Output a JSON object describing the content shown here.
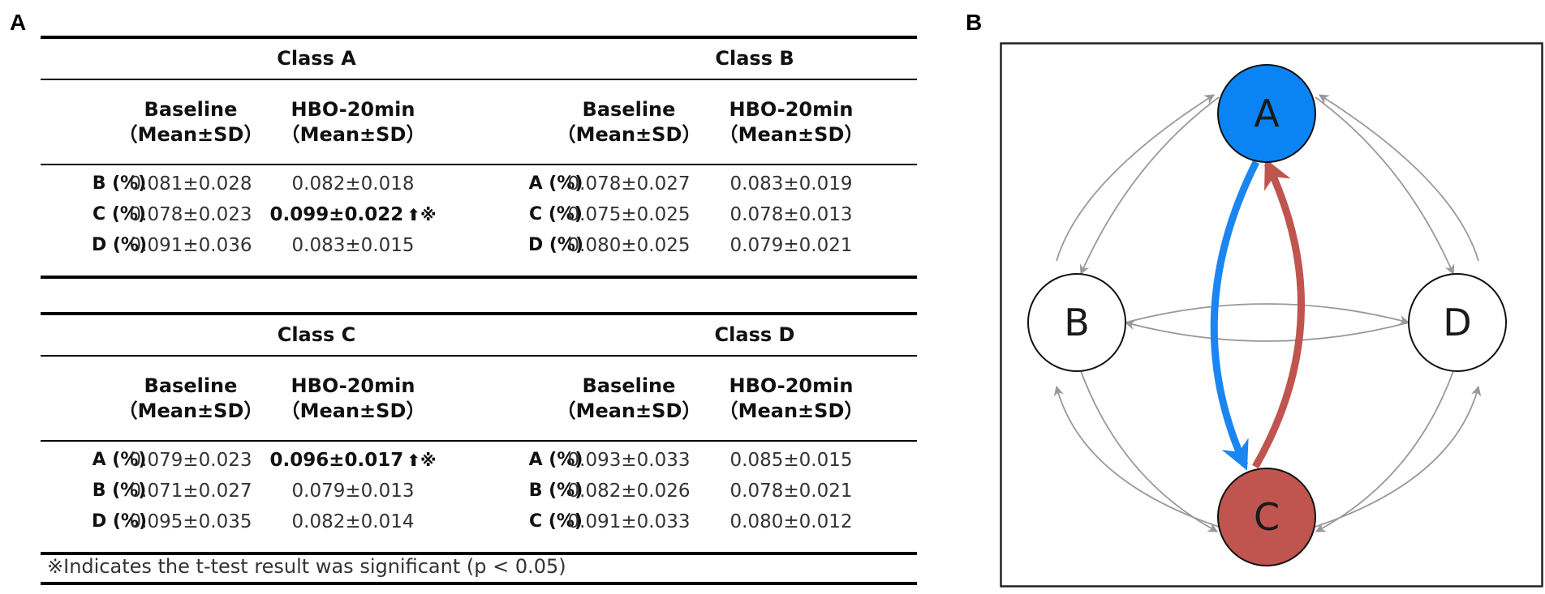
{
  "panels": {
    "left_label": "A",
    "right_label": "B"
  },
  "tables": [
    {
      "left": {
        "title": "Class A",
        "baseline_header": [
          "Baseline",
          "（Mean±SD）"
        ],
        "hbo_header": [
          "HBO-20min",
          "（Mean±SD）"
        ],
        "rows": [
          {
            "label": "B (%)",
            "baseline": "0.081±0.028",
            "hbo": "0.082±0.018",
            "significant": false
          },
          {
            "label": "C (%)",
            "baseline": "0.078±0.023",
            "hbo": "0.099±0.022",
            "significant": true
          },
          {
            "label": "D (%)",
            "baseline": "0.091±0.036",
            "hbo": "0.083±0.015",
            "significant": false
          }
        ]
      },
      "right": {
        "title": "Class B",
        "baseline_header": [
          "Baseline",
          "（Mean±SD）"
        ],
        "hbo_header": [
          "HBO-20min",
          "（Mean±SD）"
        ],
        "rows": [
          {
            "label": "A (%)",
            "baseline": "0.078±0.027",
            "hbo": "0.083±0.019",
            "significant": false
          },
          {
            "label": "C (%)",
            "baseline": "0.075±0.025",
            "hbo": "0.078±0.013",
            "significant": false
          },
          {
            "label": "D (%)",
            "baseline": "0.080±0.025",
            "hbo": "0.079±0.021",
            "significant": false
          }
        ]
      }
    },
    {
      "left": {
        "title": "Class C",
        "baseline_header": [
          "Baseline",
          "（Mean±SD）"
        ],
        "hbo_header": [
          "HBO-20min",
          "（Mean±SD）"
        ],
        "rows": [
          {
            "label": "A (%)",
            "baseline": "0.079±0.023",
            "hbo": "0.096±0.017",
            "significant": true
          },
          {
            "label": "B (%)",
            "baseline": "0.071±0.027",
            "hbo": "0.079±0.013",
            "significant": false
          },
          {
            "label": "D (%)",
            "baseline": "0.095±0.035",
            "hbo": "0.082±0.014",
            "significant": false
          }
        ]
      },
      "right": {
        "title": "Class D",
        "baseline_header": [
          "Baseline",
          "（Mean±SD）"
        ],
        "hbo_header": [
          "HBO-20min",
          "（Mean±SD）"
        ],
        "rows": [
          {
            "label": "A (%)",
            "baseline": "0.093±0.033",
            "hbo": "0.085±0.015",
            "significant": false
          },
          {
            "label": "B (%)",
            "baseline": "0.082±0.026",
            "hbo": "0.078±0.021",
            "significant": false
          },
          {
            "label": "C (%)",
            "baseline": "0.091±0.033",
            "hbo": "0.080±0.012",
            "significant": false
          }
        ]
      }
    }
  ],
  "significance_marker": "⬆※",
  "footnote": "※Indicates the t-test result was significant (p < 0.05)",
  "graph": {
    "nodes": [
      {
        "id": "A",
        "label": "A",
        "fill": "#0a84f5"
      },
      {
        "id": "B",
        "label": "B",
        "fill": "#ffffff"
      },
      {
        "id": "C",
        "label": "C",
        "fill": "#c0544e"
      },
      {
        "id": "D",
        "label": "D",
        "fill": "#ffffff"
      }
    ],
    "highlight_edges": [
      {
        "from": "A",
        "to": "C",
        "color": "#1b86f2"
      },
      {
        "from": "C",
        "to": "A",
        "color": "#c0544e"
      }
    ],
    "edge_color": "#999999"
  }
}
